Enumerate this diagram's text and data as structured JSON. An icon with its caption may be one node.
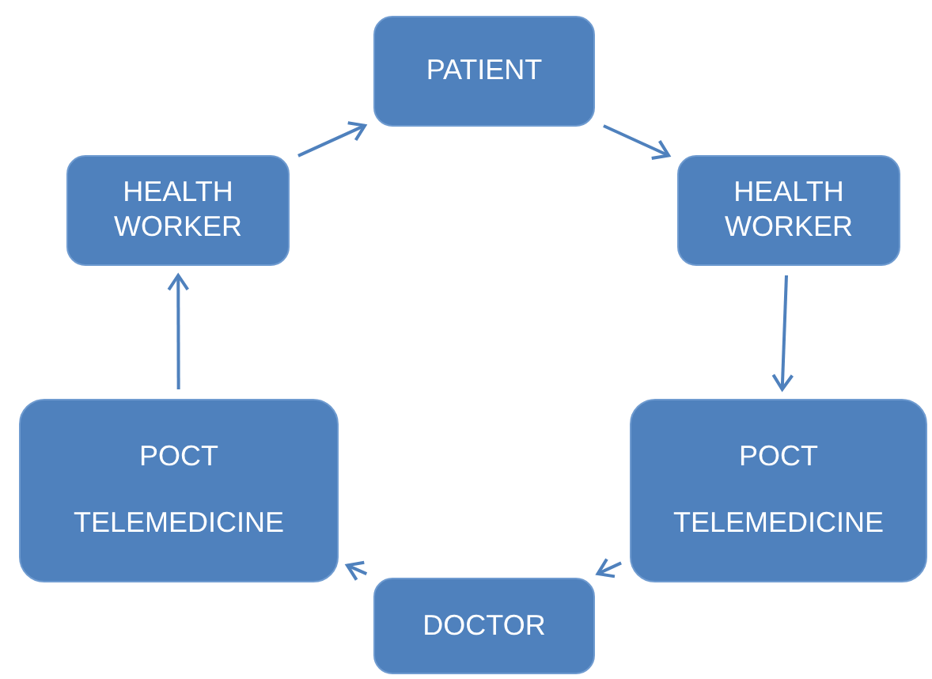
{
  "diagram": {
    "nodes": [
      {
        "text": [
          "PATIENT"
        ]
      },
      {
        "text": [
          "HEALTH WORKER"
        ]
      },
      {
        "text": [
          "POCT",
          "TELEMEDICINE"
        ]
      },
      {
        "text": [
          "DOCTOR"
        ]
      },
      {
        "text": [
          "POCT",
          "TELEMEDICINE"
        ]
      },
      {
        "text": [
          "HEALTH WORKER"
        ]
      }
    ],
    "edges": [
      {
        "from": 0,
        "to": 1,
        "arrow": "to"
      },
      {
        "from": 1,
        "to": 2,
        "arrow": "to"
      },
      {
        "from": 2,
        "to": 3,
        "arrow": "to"
      },
      {
        "from": 3,
        "to": 4,
        "arrow": "to"
      },
      {
        "from": 4,
        "to": 5,
        "arrow": "to"
      },
      {
        "from": 5,
        "to": 0,
        "arrow": "to"
      }
    ]
  }
}
